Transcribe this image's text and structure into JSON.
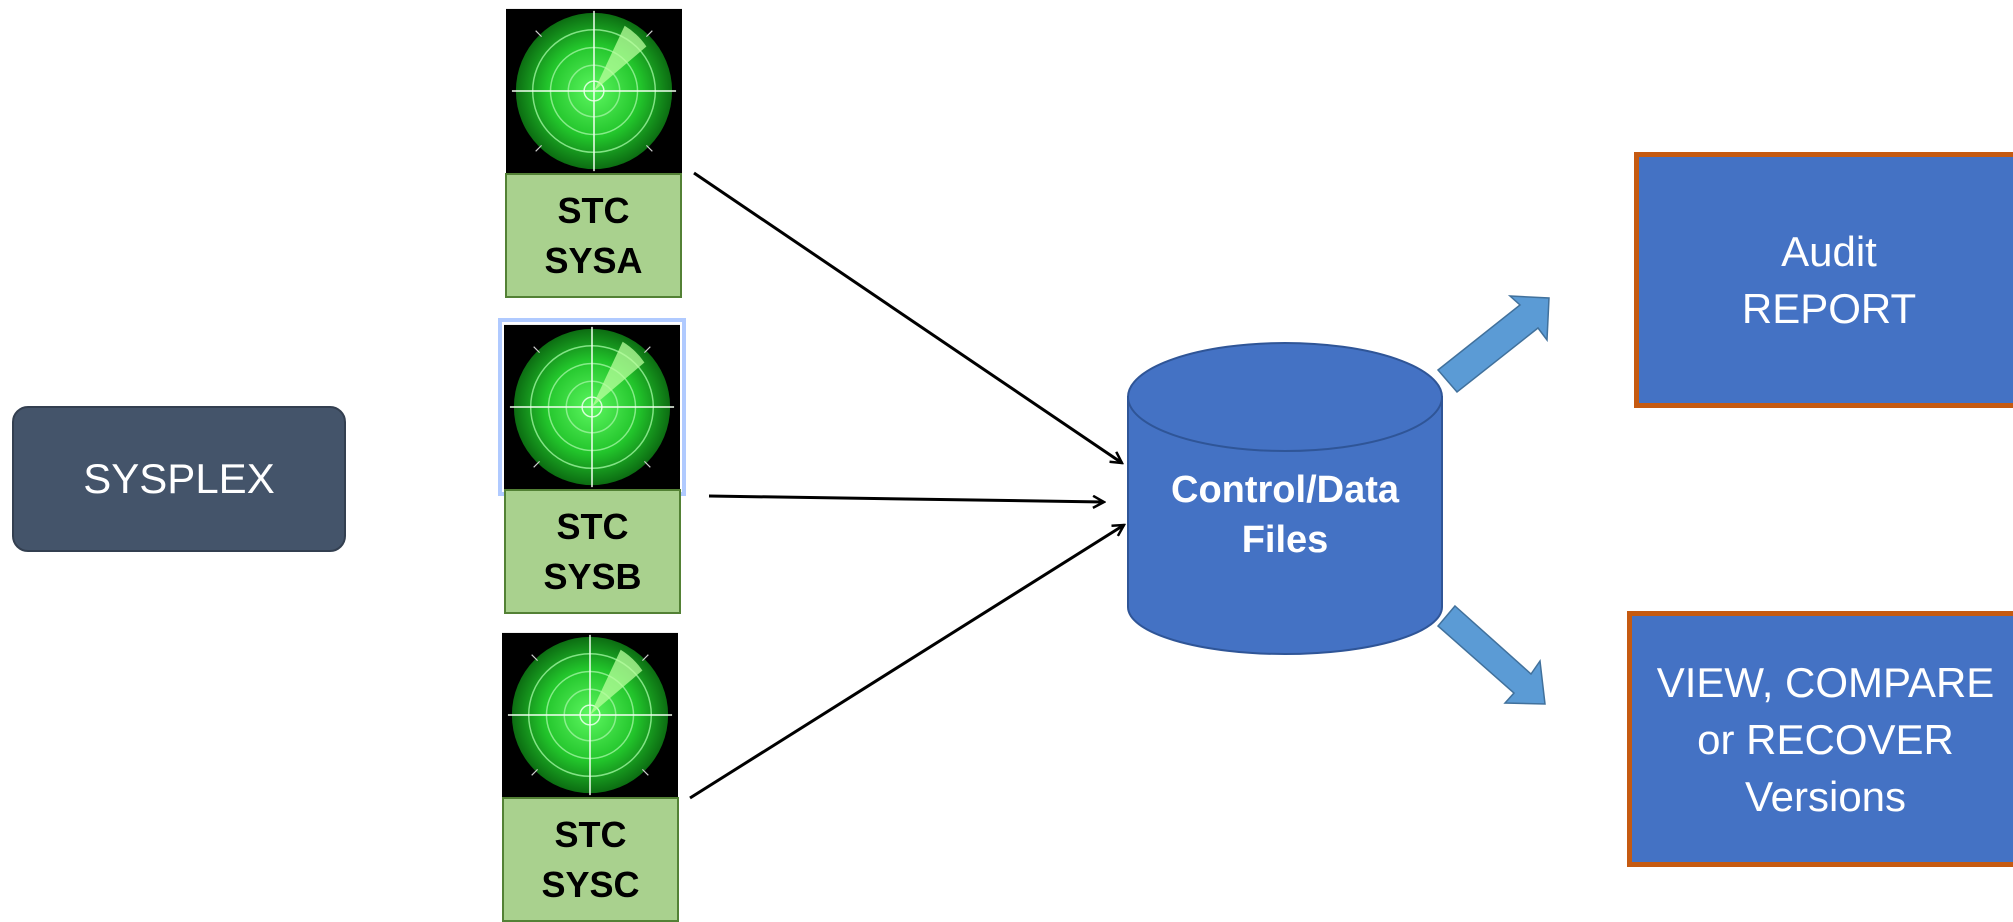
{
  "source": {
    "label": "SYSPLEX"
  },
  "tasks": [
    {
      "line1": "STC",
      "line2": "SYSA"
    },
    {
      "line1": "STC",
      "line2": "SYSB"
    },
    {
      "line1": "STC",
      "line2": "SYSC"
    }
  ],
  "storage": {
    "line1": "Control/Data",
    "line2": "Files"
  },
  "outputs": {
    "audit": {
      "line1": "Audit",
      "line2": "REPORT"
    },
    "versions": {
      "line1": "VIEW, COMPARE",
      "line2": "or RECOVER",
      "line3": "Versions"
    }
  },
  "colors": {
    "sysplex_fill": "#44546a",
    "stc_fill": "#a9d18e",
    "stc_border": "#538135",
    "accent_blue": "#4472c4",
    "box_border": "#c55a11",
    "block_arrow": "#5b9bd5",
    "radar_green": "#22c42b"
  },
  "icons": {
    "radar": "radar-icon"
  }
}
